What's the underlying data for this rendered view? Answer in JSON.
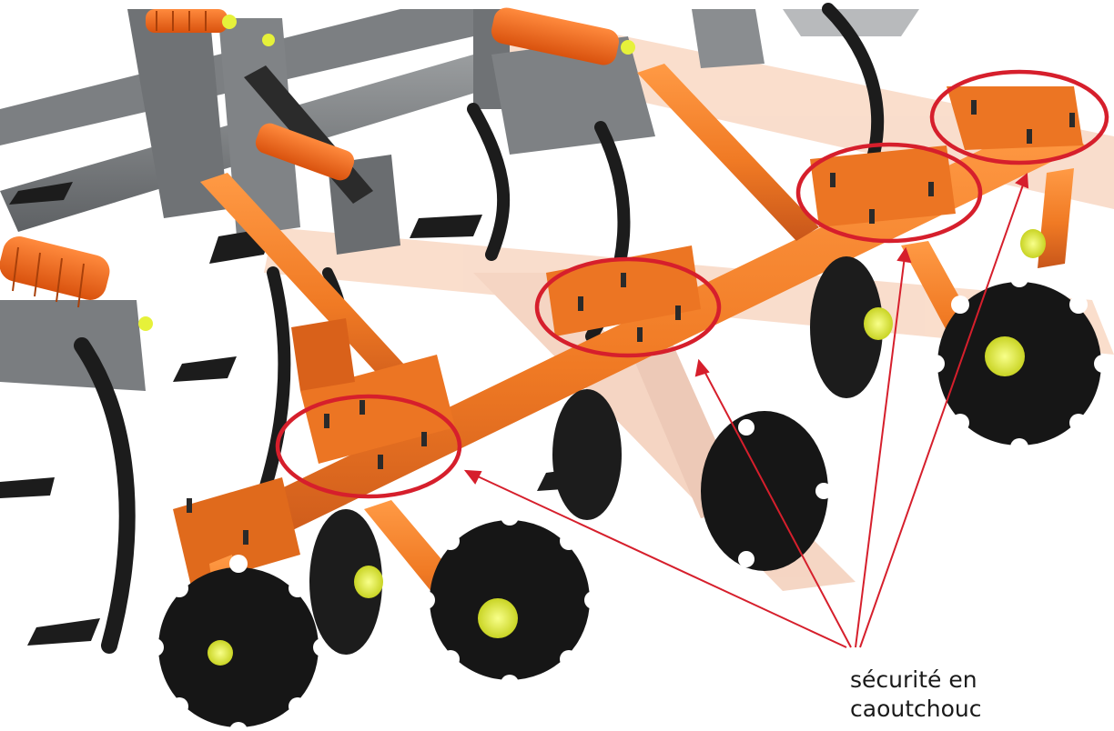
{
  "figure": {
    "subject": "cultivator-disc-harrow-cad-render",
    "callout_lines": [
      "sécurité en",
      "caoutchouc"
    ],
    "rubber_safety_points": 4
  },
  "colors": {
    "frame_orange": "#f07a24",
    "frame_orange_dark": "#c8561a",
    "frame_ghost": "#f3b58f",
    "chassis_grey": "#6f7275",
    "chassis_grey_light": "#9a9d9f",
    "tine_black": "#1c1c1c",
    "disc_black": "#161616",
    "hub_yellow": "#e6f13a",
    "spring_orange": "#f2661b",
    "highlight_red": "#d61f2c",
    "background": "#ffffff"
  }
}
